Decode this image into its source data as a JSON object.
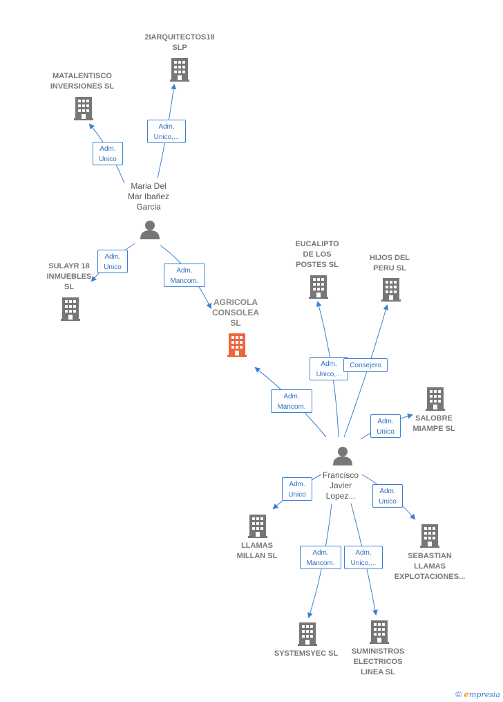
{
  "colors": {
    "edge": "#3a7fd5",
    "company": "#777777",
    "focus": "#f0643c",
    "person": "#777777"
  },
  "companies": [
    {
      "id": "c-2iarquitectos",
      "label": "2IARQUITECTOS18\nSLP",
      "focus": false
    },
    {
      "id": "c-matalentisco",
      "label": "MATALENTISCO\nINVERSIONES SL",
      "focus": false
    },
    {
      "id": "c-sulayr",
      "label": "SULAYR 18\nINMUEBLES\nSL",
      "focus": false
    },
    {
      "id": "c-agricola",
      "label": "AGRICOLA\nCONSOLEA\nSL",
      "focus": true
    },
    {
      "id": "c-eucalipto",
      "label": "EUCALIPTO\nDE LOS\nPOSTES  SL",
      "focus": false
    },
    {
      "id": "c-hijos",
      "label": "HIJOS DEL\nPERU  SL",
      "focus": false
    },
    {
      "id": "c-salobre",
      "label": "SALOBRE\nMIAMPE  SL",
      "focus": false
    },
    {
      "id": "c-llamas",
      "label": "LLAMAS\nMILLAN  SL",
      "focus": false
    },
    {
      "id": "c-sebastian",
      "label": "SEBASTIAN\nLLAMAS\nEXPLOTACIONES...",
      "focus": false
    },
    {
      "id": "c-systemsyec",
      "label": "SYSTEMSYEC SL",
      "focus": false
    },
    {
      "id": "c-suministros",
      "label": "SUMINISTROS\nELECTRICOS\nLINEA  SL",
      "focus": false
    }
  ],
  "persons": [
    {
      "id": "p-maria",
      "label": "Maria Del\nMar Ibañez\nGarcia"
    },
    {
      "id": "p-francisco",
      "label": "Francisco\nJavier\nLopez..."
    }
  ],
  "relations": [
    {
      "id": "r-maria-matalentisco",
      "label": "Adm.\nUnico"
    },
    {
      "id": "r-maria-2iarq",
      "label": "Adm.\nUnico,..."
    },
    {
      "id": "r-maria-sulayr",
      "label": "Adm.\nUnico"
    },
    {
      "id": "r-maria-agricola",
      "label": "Adm.\nMancom."
    },
    {
      "id": "r-fran-agricola",
      "label": "Adm.\nMancom."
    },
    {
      "id": "r-fran-eucalipto",
      "label": "Adm.\nUnico,..."
    },
    {
      "id": "r-fran-hijos",
      "label": "Consejero"
    },
    {
      "id": "r-fran-salobre",
      "label": "Adm.\nUnico"
    },
    {
      "id": "r-fran-llamas",
      "label": "Adm.\nUnico"
    },
    {
      "id": "r-fran-sebastian",
      "label": "Adm.\nUnico"
    },
    {
      "id": "r-fran-systemsyec",
      "label": "Adm.\nMancom."
    },
    {
      "id": "r-fran-suministros",
      "label": "Adm.\nUnico,..."
    }
  ],
  "footer": {
    "copyright": "©",
    "brand_initial": "e",
    "brand_rest": "mpresia"
  }
}
